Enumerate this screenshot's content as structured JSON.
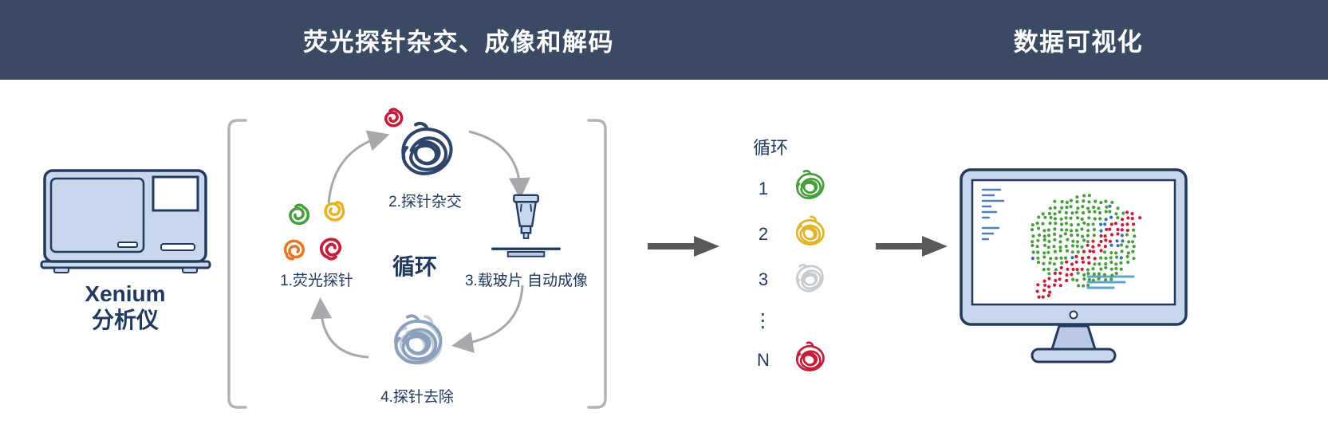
{
  "header": {
    "left_title": "荧光探针杂交、成像和解码",
    "right_title": "数据可视化"
  },
  "analyzer": {
    "name_line1": "Xenium",
    "name_line2": "分析仪"
  },
  "cycle": {
    "center_label": "循环",
    "step1_label": "1.荧光探针",
    "step2_label": "2.探针杂交",
    "step3_label": "3.载玻片 自动成像",
    "step4_label": "4.探针去除"
  },
  "cycles_column": {
    "title": "循环",
    "rows": [
      {
        "index": "1",
        "blob_color_name": "green"
      },
      {
        "index": "2",
        "blob_color_name": "yellow"
      },
      {
        "index": "3",
        "blob_color_name": "gray"
      },
      {
        "index": "⋮",
        "blob_color_name": ""
      },
      {
        "index": "N",
        "blob_color_name": "red"
      }
    ]
  },
  "colors": {
    "header_bg": "#3b4a63",
    "navy": "#223a5e",
    "light_blue_fill": "#c9d6ec",
    "light_blue_fill2": "#b9c9e6",
    "bracket_gray": "#b0b3b8",
    "curve_gray": "#a7a9ac",
    "arrow_gray": "#58595b",
    "green": "#4a9e3f",
    "yellow": "#e4b427",
    "orange": "#e87722",
    "red": "#c41f3a",
    "gray_blob": "#c7ccd1",
    "blob_navy": "#2e4468",
    "blob_light": "#8aa0bc",
    "blob_pale": "#c6cdd6",
    "plot_blue": "#3a6db5",
    "plot_line_blue": "#4f7fb5",
    "plot_line_teal": "#5fa6c9"
  }
}
